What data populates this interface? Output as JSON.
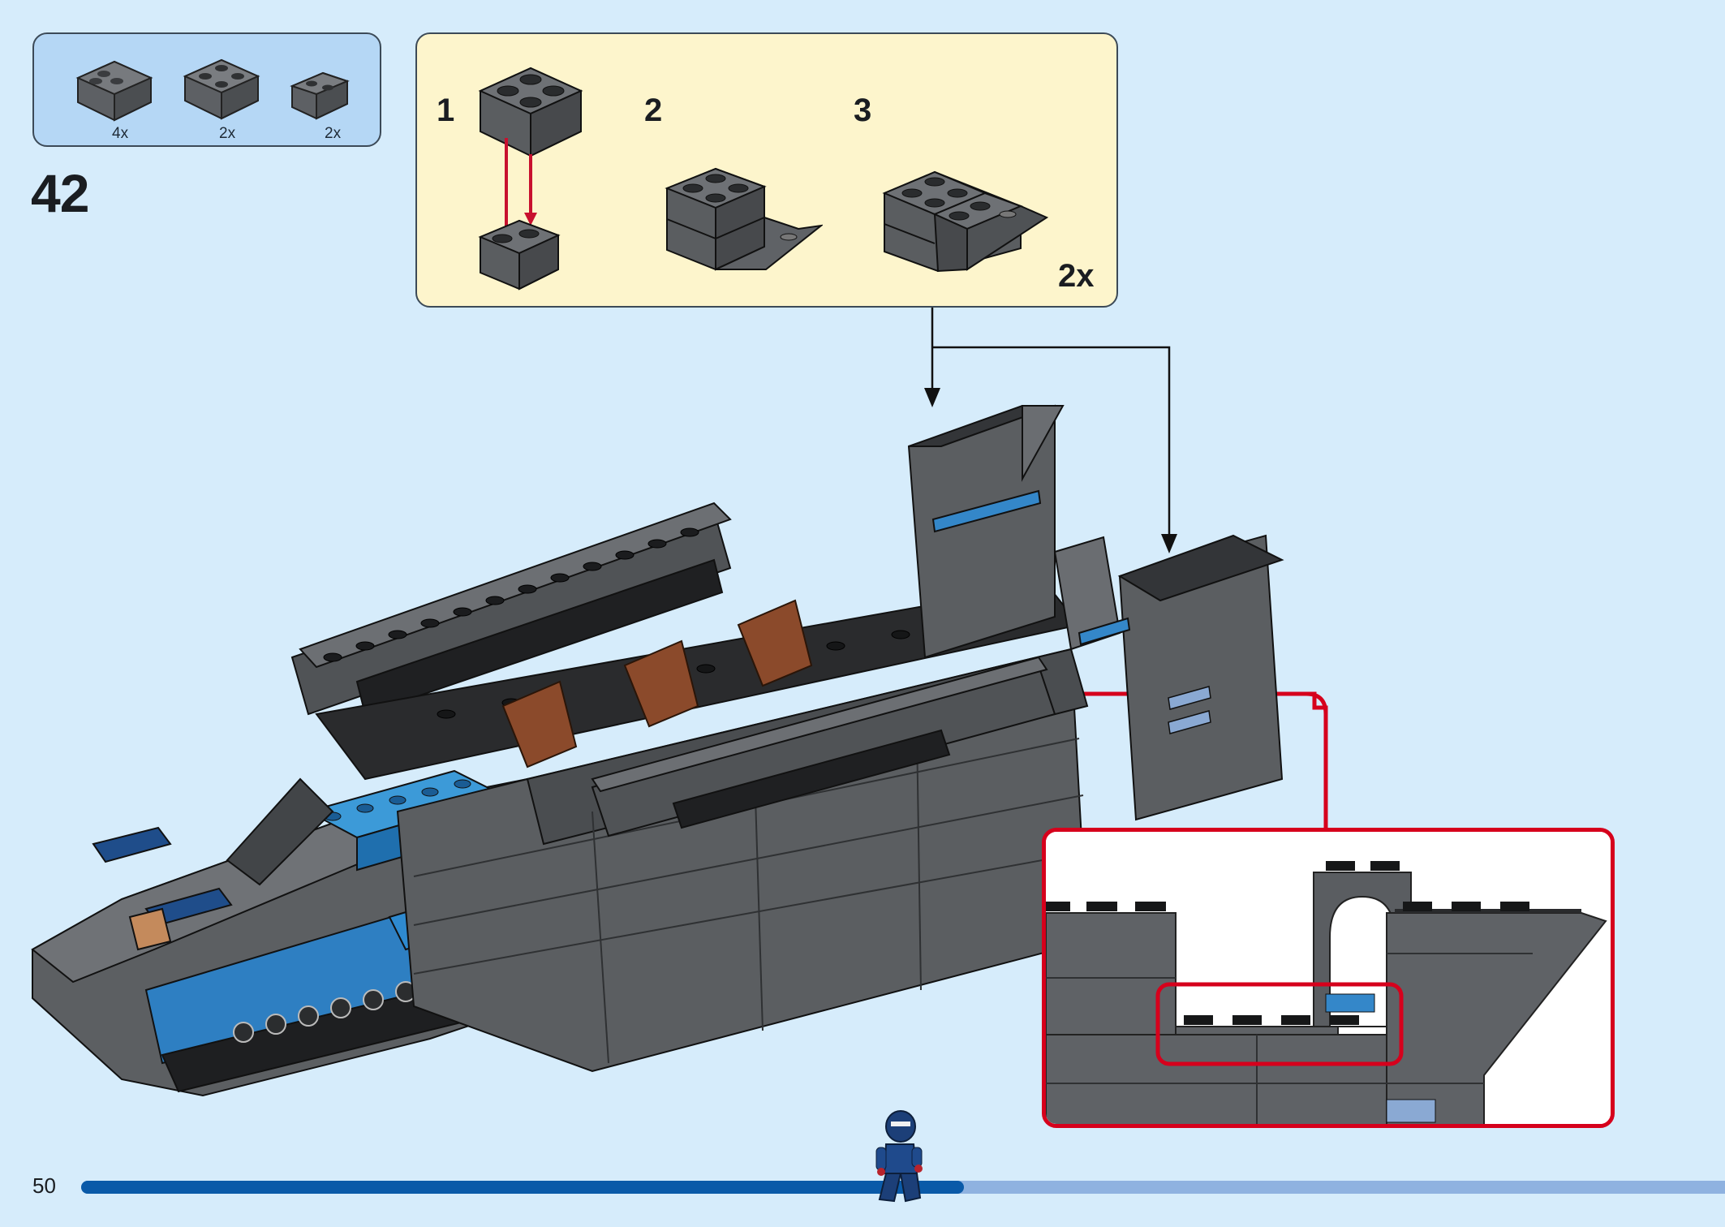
{
  "parts_list": {
    "items": [
      {
        "quantity": "4x",
        "part": "slope-brick-2x2"
      },
      {
        "quantity": "2x",
        "part": "brick-2x2"
      },
      {
        "quantity": "2x",
        "part": "brick-1x2"
      }
    ]
  },
  "step": {
    "number": "42"
  },
  "substeps": {
    "labels": [
      "1",
      "2",
      "3"
    ],
    "multiplier": "2x"
  },
  "footer": {
    "page_number": "50",
    "progress_fraction": 0.537
  },
  "colors": {
    "background": "#d6ecfb",
    "parts_box": "#b5d7f5",
    "substeps_box": "#fdf5cc",
    "callout_border": "#d6001c",
    "progress_fill": "#0a5aa8",
    "progress_track": "#8fb2e0",
    "brick_dark_gray": "#5a5d60",
    "brick_black": "#1b1c1e",
    "brick_blue": "#3487c9",
    "brick_brown": "#8b4a2b",
    "placement_arrow": "#c8102e"
  }
}
